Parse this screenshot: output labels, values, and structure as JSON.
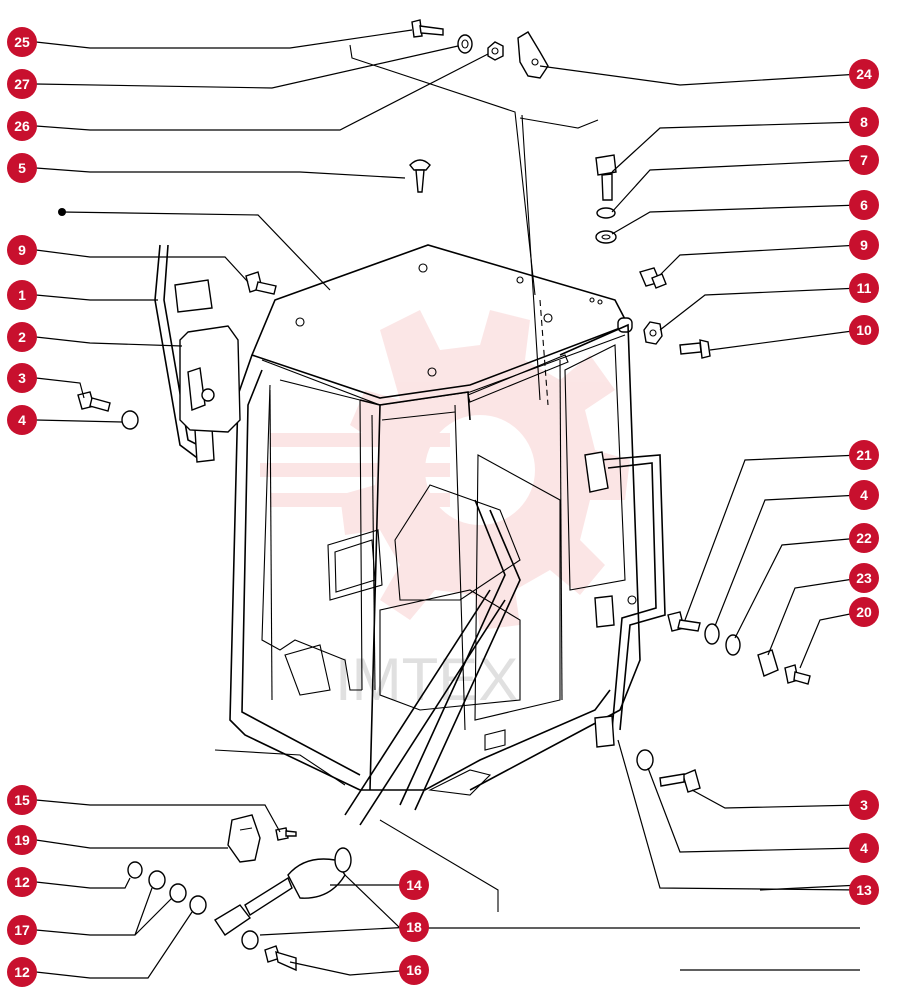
{
  "diagram": {
    "watermark_text": "IMTEX",
    "watermark_color": "#f4b6b6",
    "callout_color": "#c8102e",
    "callouts_left": [
      "25",
      "27",
      "26",
      "5",
      "9",
      "1",
      "2",
      "3",
      "4",
      "15",
      "19",
      "12",
      "17",
      "12"
    ],
    "callouts_right": [
      "24",
      "8",
      "7",
      "6",
      "9",
      "11",
      "10",
      "21",
      "4",
      "22",
      "23",
      "20",
      "3",
      "4",
      "13",
      "14",
      "18",
      "16"
    ]
  }
}
